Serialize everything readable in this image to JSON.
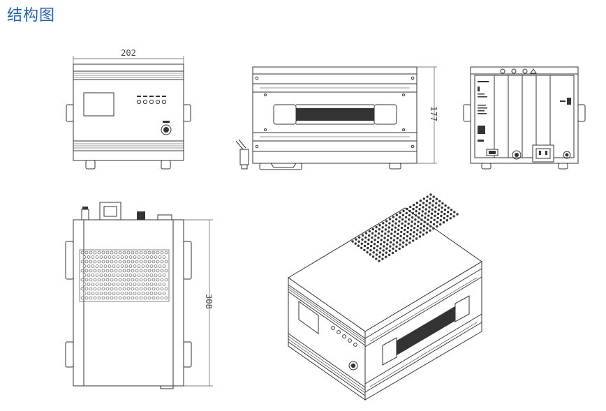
{
  "page": {
    "title": "结构图"
  },
  "dimensions": {
    "width_label": "202",
    "height_label": "177",
    "depth_label": "308"
  },
  "colors": {
    "title": "#2b5fa6",
    "line": "#333333"
  }
}
